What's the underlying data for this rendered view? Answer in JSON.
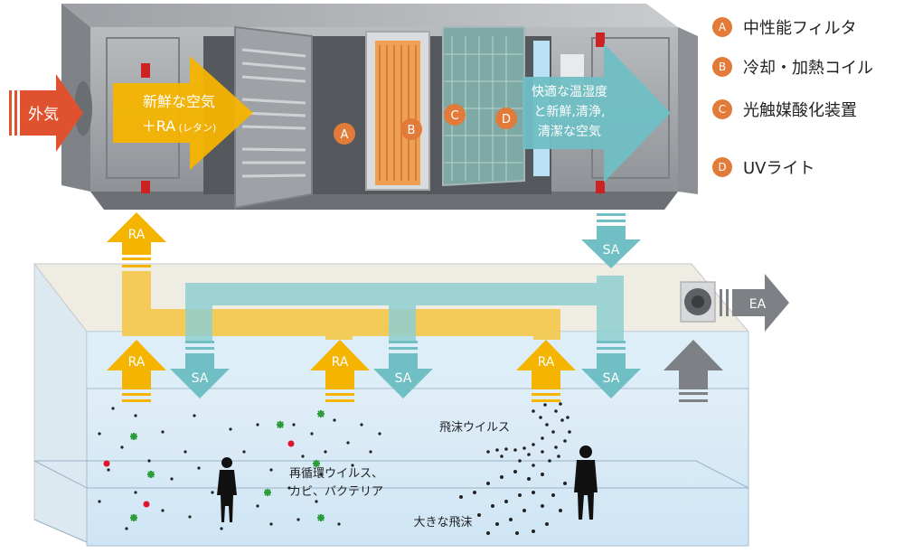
{
  "unit": {
    "outside_air_label": "外気",
    "inlet_label_line1": "新鮮な空気",
    "inlet_label_line2_main": "＋RA",
    "inlet_label_line2_sub": " (レタン)",
    "outlet_label_line1": "快適な温湿度",
    "outlet_label_line2": "と新鮮,清浄,",
    "outlet_label_line3": "清潔な空気",
    "component_badges": [
      "A",
      "B",
      "C",
      "D"
    ]
  },
  "legend": [
    {
      "badge": "A",
      "label": "中性能フィルタ"
    },
    {
      "badge": "B",
      "label": "冷却・加熱コイル"
    },
    {
      "badge": "C",
      "label": "光触媒酸化装置"
    },
    {
      "badge": "D",
      "label": "UVライト"
    }
  ],
  "ducts": {
    "return_label": "RA",
    "supply_label": "SA",
    "exhaust_label": "EA"
  },
  "room": {
    "droplet_virus_label": "飛沫ウイルス",
    "recirc_label_line1": "再循環ウイルス、",
    "recirc_label_line2": "カビ、バクテリア",
    "large_droplet_label": "大きな飛沫"
  },
  "colors": {
    "accent_orange": "#e0522f",
    "return_yellow": "#f5b400",
    "supply_teal": "#6fbfc4",
    "badge_orange": "#e27a3a",
    "room_blue": "#d4eaf8"
  }
}
